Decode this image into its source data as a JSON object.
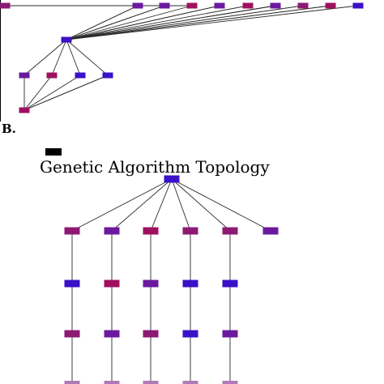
{
  "figure": {
    "panel_label": "B.",
    "title": "Genetic Algorithm Topology"
  },
  "colors": {
    "edge": "#2b2b2b",
    "node_blue": "#3a10c8",
    "node_purple": "#6b1aa0",
    "node_magenta": "#8c1a72",
    "node_red": "#a01060"
  },
  "top_graph": {
    "nodes": [
      {
        "id": "t-top-0",
        "color": "node_magenta"
      },
      {
        "id": "t-top-1",
        "color": "node_purple"
      },
      {
        "id": "t-top-2",
        "color": "node_purple"
      },
      {
        "id": "t-top-3",
        "color": "node_red"
      },
      {
        "id": "t-top-4",
        "color": "node_purple"
      },
      {
        "id": "t-top-5",
        "color": "node_red"
      },
      {
        "id": "t-top-6",
        "color": "node_purple"
      },
      {
        "id": "t-top-7",
        "color": "node_magenta"
      },
      {
        "id": "t-top-8",
        "color": "node_red"
      },
      {
        "id": "t-top-9",
        "color": "node_blue"
      },
      {
        "id": "t-hub",
        "color": "node_blue"
      },
      {
        "id": "t-mid-0",
        "color": "node_purple"
      },
      {
        "id": "t-mid-1",
        "color": "node_red"
      },
      {
        "id": "t-mid-2",
        "color": "node_blue"
      },
      {
        "id": "t-mid-3",
        "color": "node_blue"
      },
      {
        "id": "t-bottom",
        "color": "node_red"
      }
    ],
    "edges": [
      [
        "t-hub",
        "t-top-1"
      ],
      [
        "t-hub",
        "t-top-2"
      ],
      [
        "t-hub",
        "t-top-3"
      ],
      [
        "t-hub",
        "t-top-4"
      ],
      [
        "t-hub",
        "t-top-5"
      ],
      [
        "t-hub",
        "t-top-6"
      ],
      [
        "t-hub",
        "t-top-7"
      ],
      [
        "t-hub",
        "t-top-8"
      ],
      [
        "t-hub",
        "t-top-9"
      ],
      [
        "t-hub",
        "t-top-1"
      ],
      [
        "t-hub",
        "t-top-2"
      ],
      [
        "t-hub",
        "t-top-4"
      ],
      [
        "t-hub",
        "t-top-6"
      ],
      [
        "t-hub",
        "t-top-8"
      ],
      [
        "t-top-0",
        "t-top-1"
      ],
      [
        "t-top-0",
        "t-top-3"
      ],
      [
        "t-hub",
        "t-mid-0"
      ],
      [
        "t-hub",
        "t-mid-1"
      ],
      [
        "t-hub",
        "t-mid-2"
      ],
      [
        "t-hub",
        "t-mid-3"
      ],
      [
        "t-mid-0",
        "t-bottom"
      ],
      [
        "t-mid-1",
        "t-bottom"
      ],
      [
        "t-mid-2",
        "t-bottom"
      ],
      [
        "t-mid-3",
        "t-bottom"
      ],
      [
        "t-mid-0",
        "t-mid-0"
      ],
      [
        "t-mid-3",
        "t-bottom"
      ]
    ]
  },
  "ga_graph": {
    "nodes": [
      {
        "id": "root",
        "color": "node_blue"
      },
      {
        "id": "c0-r0",
        "color": "node_magenta"
      },
      {
        "id": "c1-r0",
        "color": "node_purple"
      },
      {
        "id": "c2-r0",
        "color": "node_red"
      },
      {
        "id": "c3-r0",
        "color": "node_magenta"
      },
      {
        "id": "c4-r0",
        "color": "node_magenta"
      },
      {
        "id": "c5-r0",
        "color": "node_purple"
      },
      {
        "id": "c0-r1",
        "color": "node_blue"
      },
      {
        "id": "c1-r1",
        "color": "node_red"
      },
      {
        "id": "c2-r1",
        "color": "node_purple"
      },
      {
        "id": "c3-r1",
        "color": "node_blue"
      },
      {
        "id": "c4-r1",
        "color": "node_blue"
      },
      {
        "id": "c0-r2",
        "color": "node_magenta"
      },
      {
        "id": "c1-r2",
        "color": "node_purple"
      },
      {
        "id": "c2-r2",
        "color": "node_magenta"
      },
      {
        "id": "c3-r2",
        "color": "node_blue"
      },
      {
        "id": "c4-r2",
        "color": "node_purple"
      }
    ],
    "edges": [
      [
        "root",
        "c0-r0"
      ],
      [
        "root",
        "c1-r0"
      ],
      [
        "root",
        "c2-r0"
      ],
      [
        "root",
        "c3-r0"
      ],
      [
        "root",
        "c4-r0"
      ],
      [
        "root",
        "c5-r0"
      ],
      [
        "c0-r0",
        "c0-r1"
      ],
      [
        "c1-r0",
        "c1-r1"
      ],
      [
        "c2-r0",
        "c2-r1"
      ],
      [
        "c3-r0",
        "c3-r1"
      ],
      [
        "c4-r0",
        "c4-r1"
      ],
      [
        "c0-r1",
        "c0-r2"
      ],
      [
        "c1-r1",
        "c1-r2"
      ],
      [
        "c2-r1",
        "c2-r2"
      ],
      [
        "c3-r1",
        "c3-r2"
      ],
      [
        "c4-r1",
        "c4-r2"
      ],
      [
        "c0-r2",
        "c0-r3"
      ],
      [
        "c1-r2",
        "c1-r3"
      ],
      [
        "c2-r2",
        "c2-r3"
      ],
      [
        "c3-r2",
        "c3-r3"
      ],
      [
        "c4-r2",
        "c4-r3"
      ]
    ]
  }
}
